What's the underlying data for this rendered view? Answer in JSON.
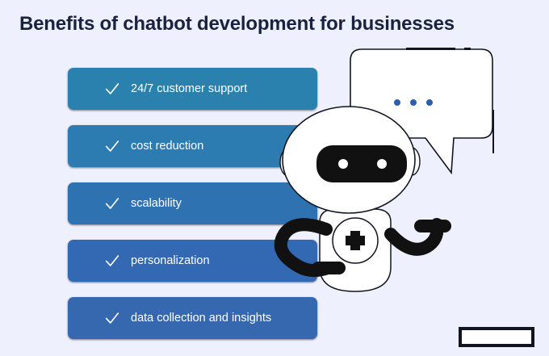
{
  "slide": {
    "title": "Benefits of chatbot development for businesses",
    "background_color": "#eef0fd",
    "title_color": "#1b2240"
  },
  "benefits": {
    "items": [
      {
        "label": "24/7 customer support",
        "color": "#2b81ae",
        "icon": "check-icon"
      },
      {
        "label": "cost reduction",
        "color": "#2d7cb1",
        "icon": "check-icon"
      },
      {
        "label": "scalability",
        "color": "#2f72b2",
        "icon": "check-icon"
      },
      {
        "label": "personalization",
        "color": "#3369b2",
        "icon": "check-icon"
      },
      {
        "label": "data collection and insights",
        "color": "#3668b0",
        "icon": "check-icon"
      }
    ]
  },
  "illustration": {
    "robot": {
      "name": "chatbot-robot",
      "body_color": "#ffffff",
      "outline_color": "#111522",
      "visor_color": "#111111",
      "eye_color": "#ffffff",
      "arm_color": "#111111"
    },
    "speech_bubble": {
      "name": "speech-bubble",
      "fill": "#ffffff",
      "outline": "#111522",
      "dots_count": 3,
      "dots_color": "#2b5db0"
    }
  },
  "decor": {
    "dash_long": "",
    "dash_short": "",
    "vertical_line": "",
    "outlined_box": ""
  }
}
